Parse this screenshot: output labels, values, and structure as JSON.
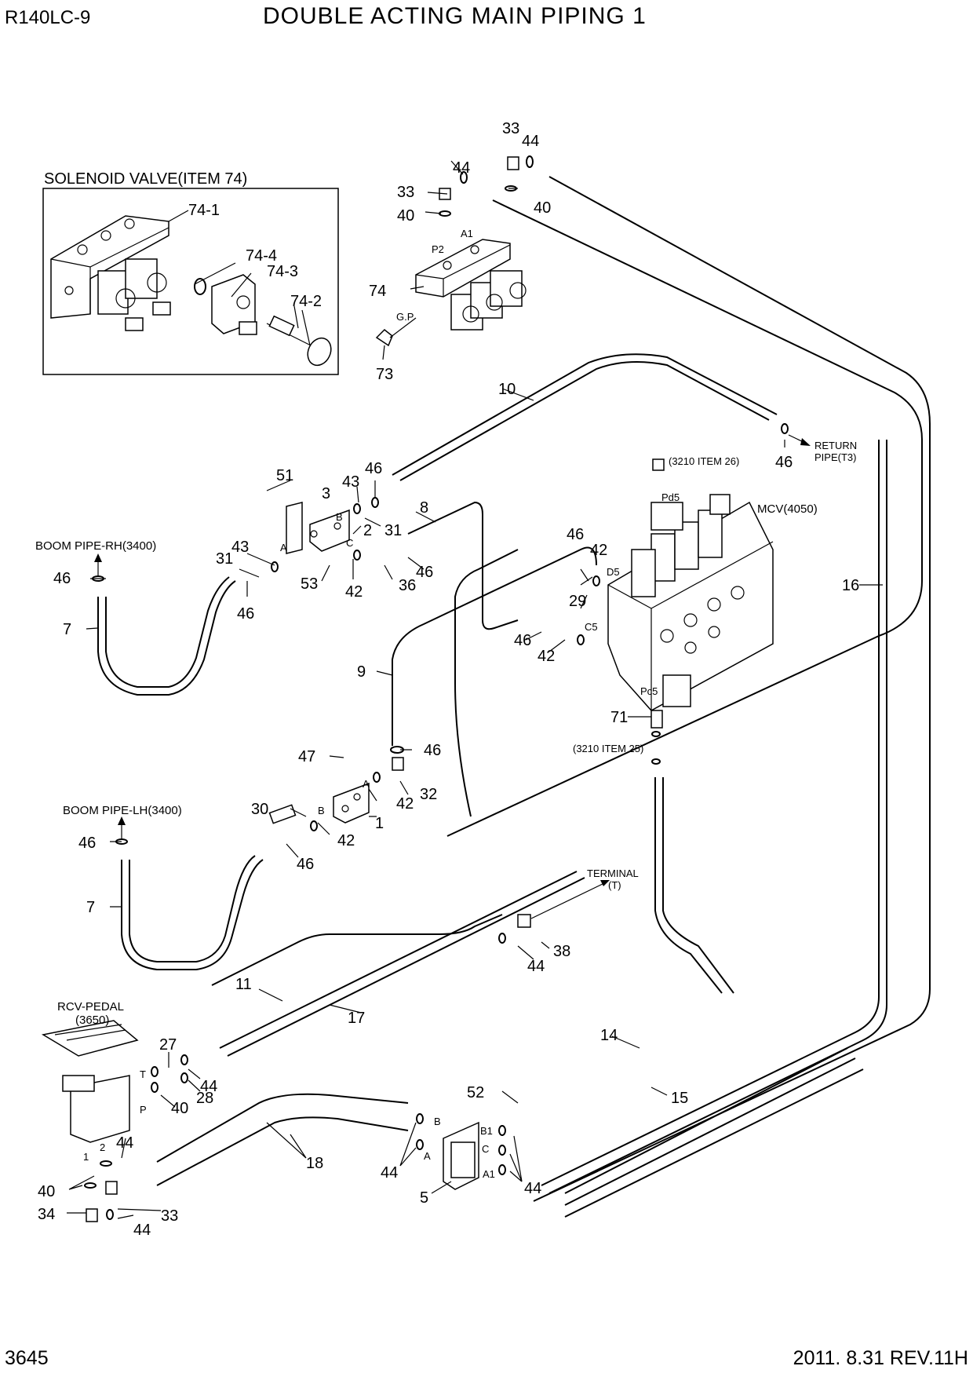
{
  "header": {
    "model": "R140LC-9",
    "title": "DOUBLE ACTING MAIN PIPING 1"
  },
  "footer": {
    "page": "3645",
    "revision": "2011. 8.31 REV.11H"
  },
  "inset": {
    "title": "SOLENOID VALVE(ITEM 74)",
    "labels": [
      "74-1",
      "74-4",
      "74-3",
      "74-2"
    ]
  },
  "annotations": {
    "boom_pipe_rh": "BOOM PIPE-RH(3400)",
    "boom_pipe_lh": "BOOM PIPE-LH(3400)",
    "return_pipe_1": "RETURN",
    "return_pipe_2": "PIPE(T3)",
    "mcv": "MCV(4050)",
    "ref_item26": "(3210 ITEM 26)",
    "ref_item25": "(3210 ITEM 25)",
    "terminal_1": "TERMINAL",
    "terminal_2": "(T)",
    "rcv_pedal_1": "RCV-PEDAL",
    "rcv_pedal_2": "(3650)"
  },
  "ports": {
    "a1_top": "A1",
    "p2": "P2",
    "gp": "G.P",
    "pd5": "Pd5",
    "d5": "D5",
    "c5": "C5",
    "pc5": "Pc5",
    "b_upper": "B",
    "a_upper": "A",
    "c_upper": "C",
    "a_lower": "A",
    "b_lower": "B",
    "t": "T",
    "p": "P",
    "one": "1",
    "two": "2",
    "b_block": "B",
    "a_block": "A",
    "b1": "B1",
    "c_block": "C",
    "a1_block": "A1"
  },
  "callouts": {
    "n33a": "33",
    "n44a": "44",
    "n44b": "44",
    "n33b": "33",
    "n40a": "40",
    "n40b": "40",
    "n74": "74",
    "n73": "73",
    "n10": "10",
    "n46a": "46",
    "n51": "51",
    "n3": "3",
    "n43a": "43",
    "n46b": "46",
    "n2": "2",
    "n31a": "31",
    "n8": "8",
    "n43b": "43",
    "n31b": "31",
    "n46c": "46",
    "n53": "53",
    "n42a": "42",
    "n36": "36",
    "n46d": "46",
    "n46e": "46",
    "n7a": "7",
    "n46f": "46",
    "n42b": "42",
    "n29": "29",
    "n46g": "46",
    "n42c": "42",
    "n16": "16",
    "n9": "9",
    "n71": "71",
    "n46h": "46",
    "n47": "47",
    "n32": "32",
    "n42d": "42",
    "n1": "1",
    "n30": "30",
    "n42e": "42",
    "n46i": "46",
    "n46j": "46",
    "n7b": "7",
    "n38": "38",
    "n44c": "44",
    "n11": "11",
    "n17": "17",
    "n27": "27",
    "n44d": "44",
    "n28": "28",
    "n40c": "40",
    "n14": "14",
    "n52": "52",
    "n15": "15",
    "n18": "18",
    "n44e": "44",
    "n44f": "44",
    "n44g": "44",
    "n40d": "40",
    "n34": "34",
    "n44h": "44",
    "n33c": "33",
    "n5": "5"
  }
}
